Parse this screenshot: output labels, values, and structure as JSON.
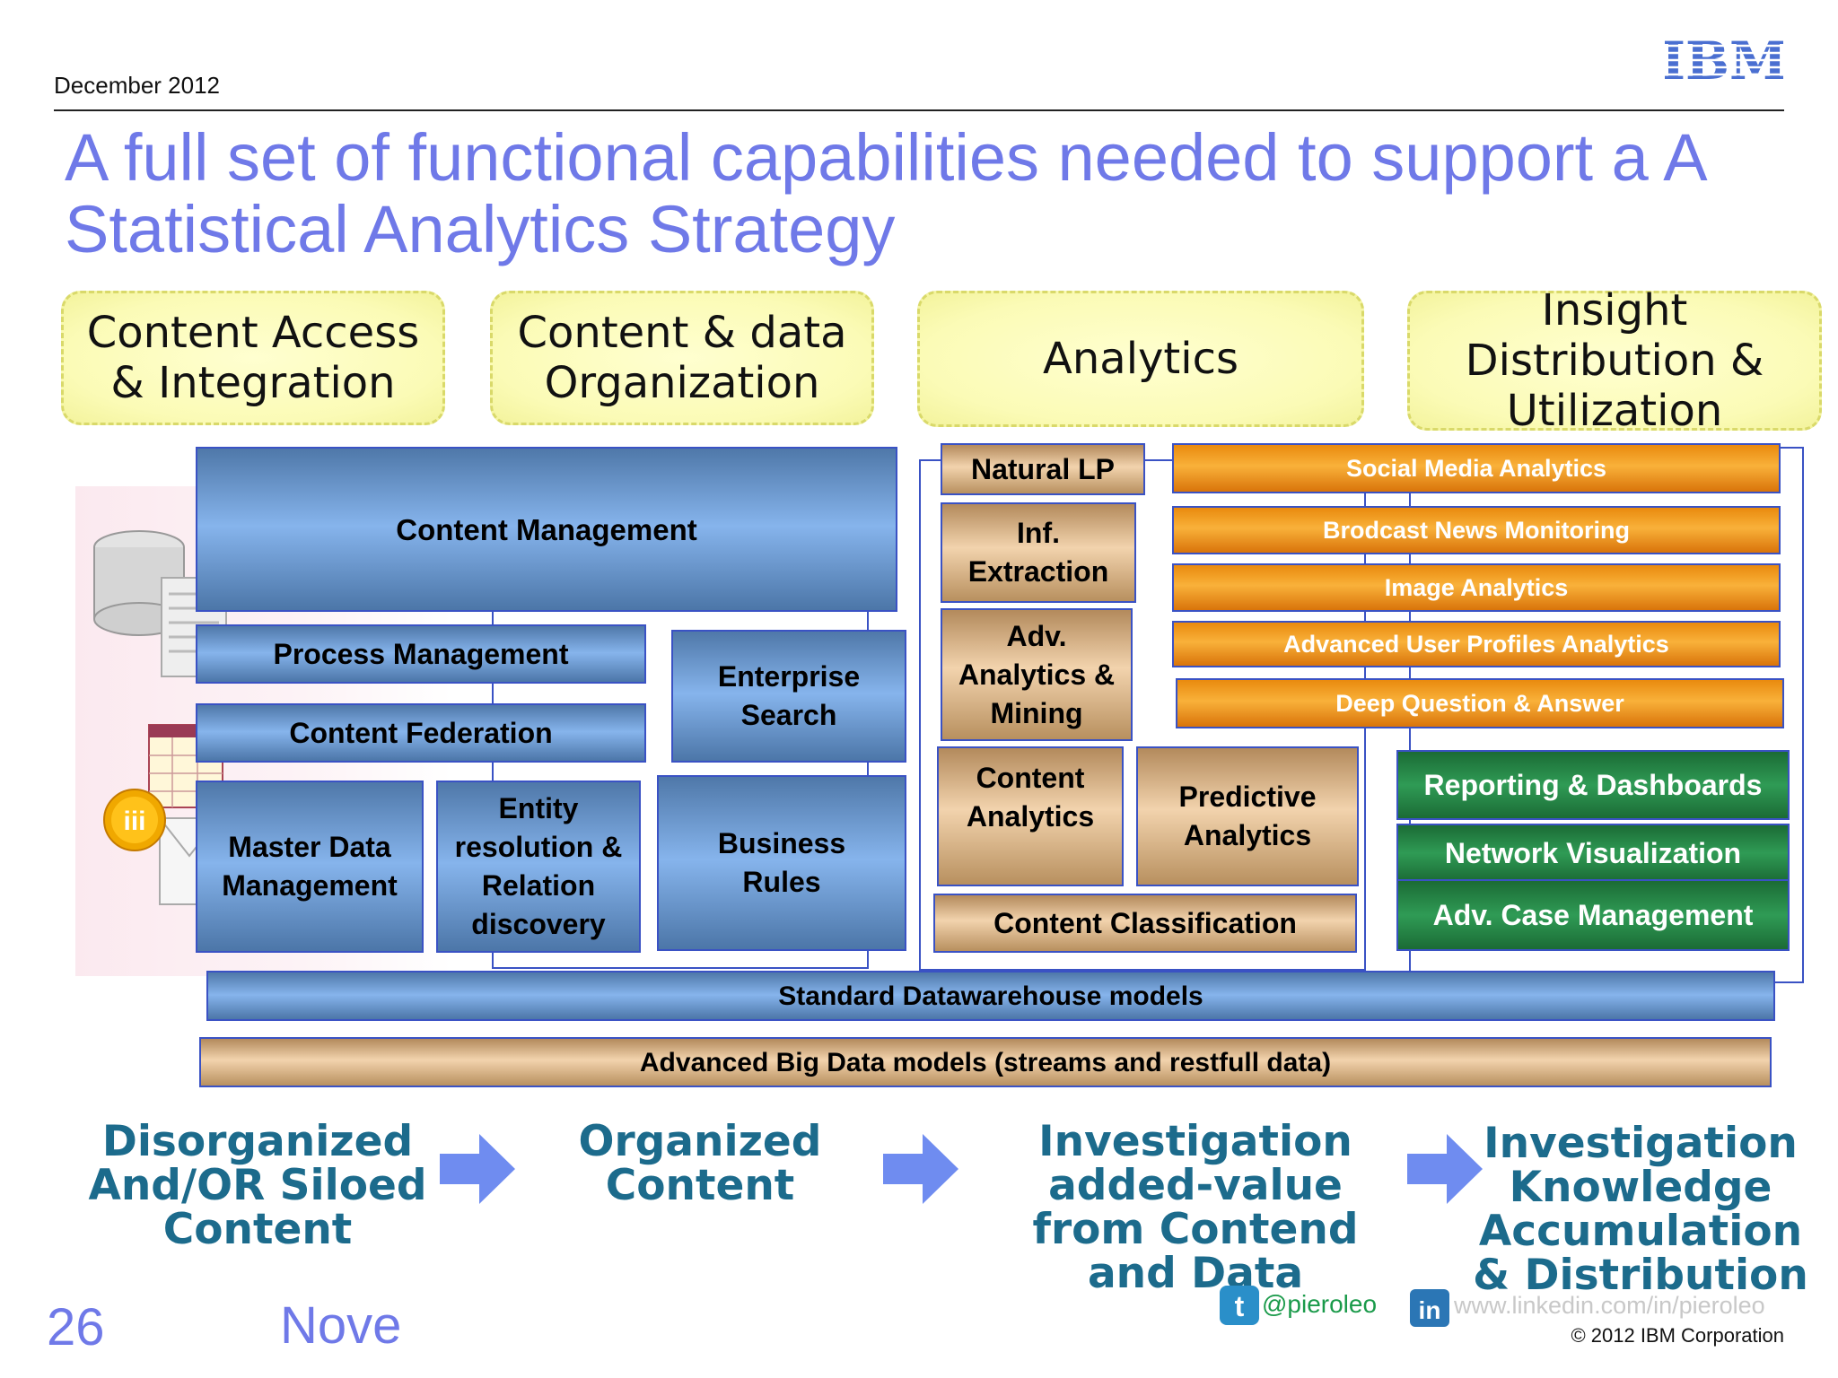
{
  "header": {
    "date": "December  2012",
    "title": "A full set of functional capabilities needed to support a A Statistical Analytics Strategy"
  },
  "categories": {
    "content_access": "Content Access & Integration",
    "content_data_org": "Content & data Organization",
    "analytics": "Analytics",
    "insight": "Insight Distribution & Utilization"
  },
  "blocks": {
    "content_management": "Content Management",
    "process_management": "Process Management",
    "content_federation": "Content Federation",
    "enterprise_search": "Enterprise Search",
    "master_data": "Master Data Management",
    "entity_resolution": "Entity resolution & Relation discovery",
    "business_rules": "Business Rules",
    "natural_lp": "Natural LP",
    "inf_extraction": "Inf. Extraction",
    "adv_analytics": "Adv. Analytics & Mining",
    "content_analytics": "Content Analytics",
    "predictive_analytics": "Predictive Analytics",
    "content_classification": "Content Classification",
    "social_media": "Social Media Analytics",
    "broadcast_news": "Brodcast News Monitoring",
    "image_analytics": "Image Analytics",
    "user_profiles": "Advanced User Profiles Analytics",
    "deep_qa": "Deep Question & Answer",
    "reporting": "Reporting & Dashboards",
    "network_viz": "Network Visualization",
    "case_mgmt": "Adv. Case Management",
    "std_dw": "Standard Datawarehouse models",
    "big_data": "Advanced Big Data models (streams and restfull data)"
  },
  "stages": {
    "s1": "Disorganized And/OR Siloed Content",
    "s2": "Organized Content",
    "s3": "Investigation added-value from Contend and Data",
    "s4": "Investigation Knowledge Accumulation & Distribution"
  },
  "footer": {
    "page_number": "26",
    "nove": "Nove",
    "twitter": "@pieroleo",
    "linkedin": "www.linkedin.com/in/pieroleo",
    "copyright": "© 2012 IBM Corporation",
    "logo_text": "IBM"
  },
  "colors": {
    "title": "#6f79e8",
    "stage_text": "#1c6b8c",
    "arrow": "#6f8cf0",
    "blue_block": "#86b4ec",
    "tan_block": "#f2d3ad",
    "orange_block": "#f9b13a",
    "green_block": "#2f9b55"
  }
}
